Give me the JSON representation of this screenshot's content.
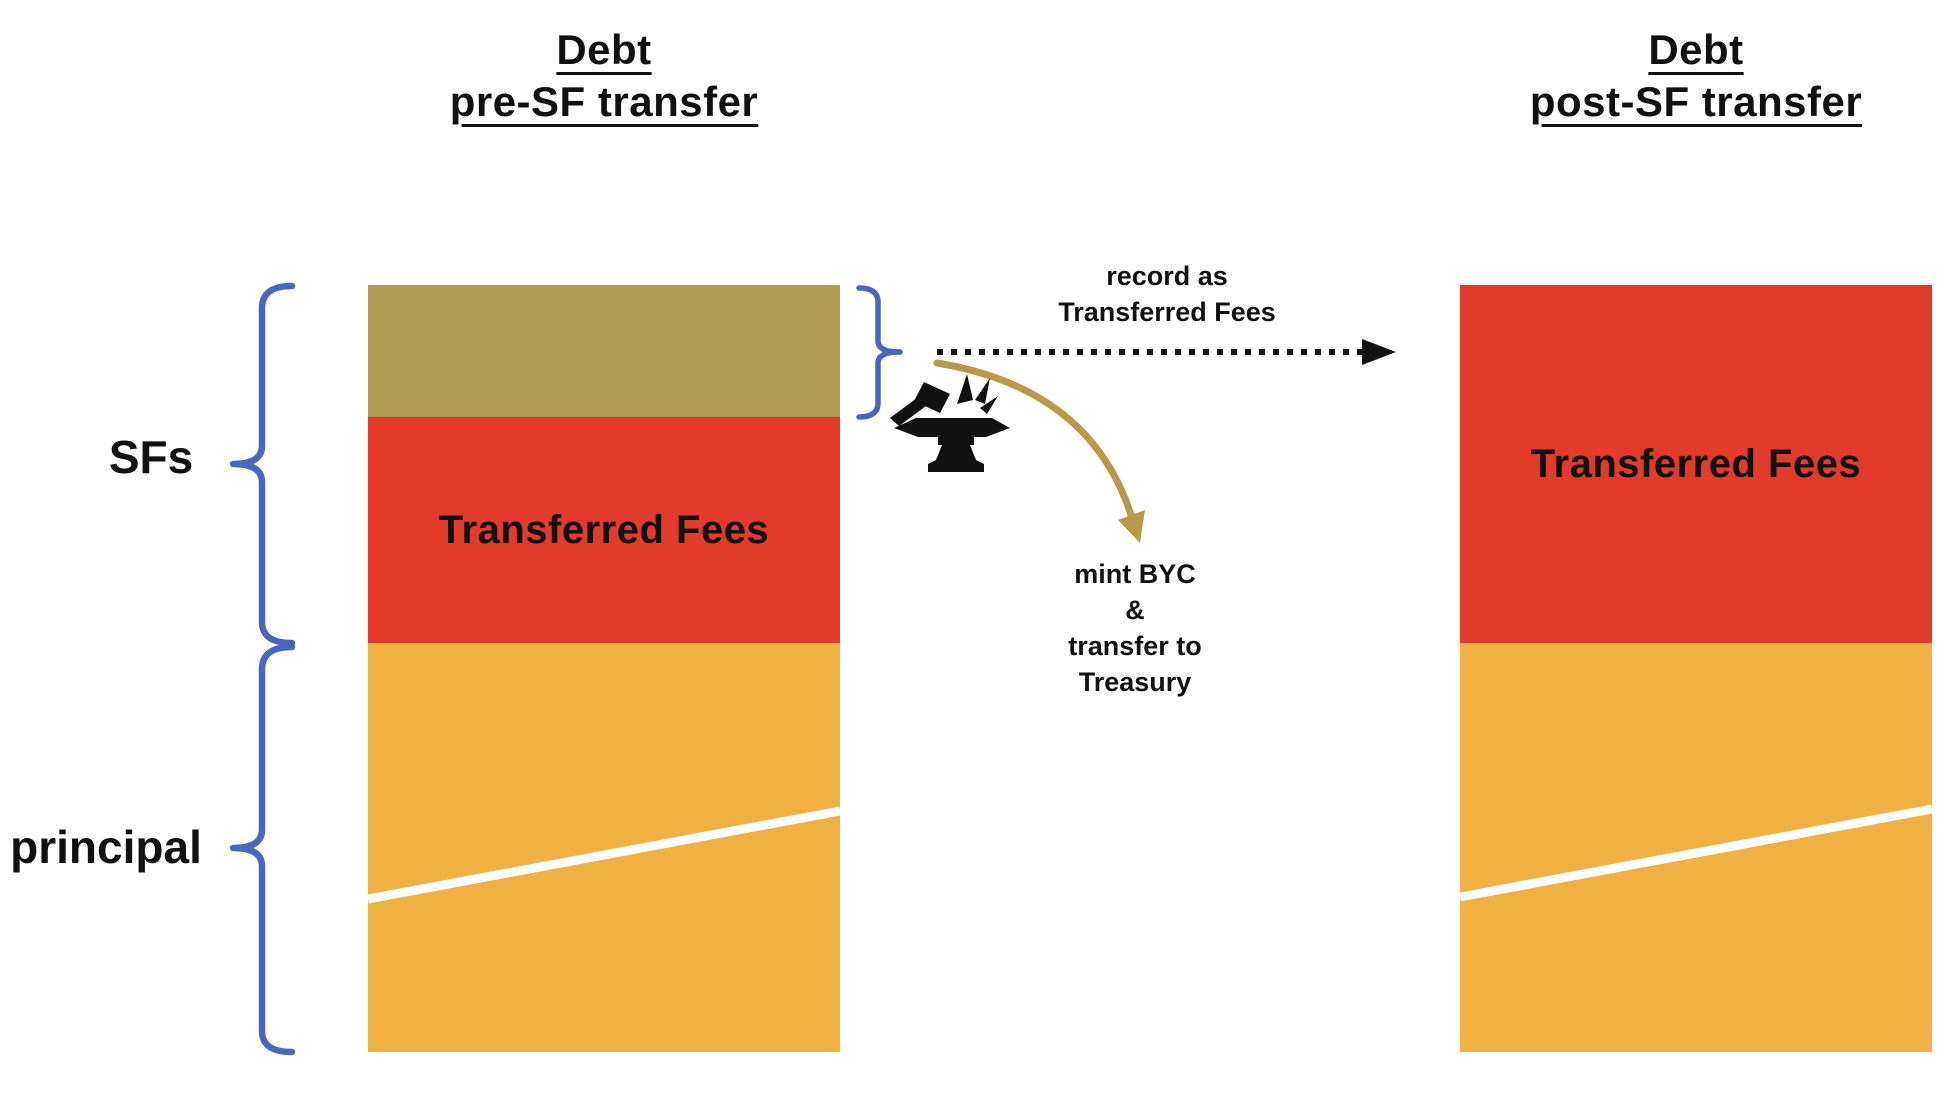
{
  "slide": {
    "left": {
      "title_line1": "Debt",
      "title_line2": "pre-SF transfer",
      "fee_label": "Transferred Fees"
    },
    "right": {
      "title_line1": "Debt",
      "title_line2": "post-SF transfer",
      "fee_label": "Transferred Fees"
    },
    "side_labels": {
      "sfs": "SFs",
      "principal": "principal"
    },
    "annotations": {
      "record_line1": "record as",
      "record_line2": "Transferred Fees",
      "mint_line1": "mint BYC",
      "mint_line2": "&",
      "mint_line3": "transfer to",
      "mint_line4": "Treasury"
    },
    "icons": {
      "anvil_hammer": "⚒"
    }
  },
  "colors": {
    "seg_tan": "#B39A55",
    "seg_red": "#E23A2B",
    "seg_orange": "#F0B042",
    "brace_blue": "#4966BD",
    "arrow_gold": "#B9984A",
    "ink_black": "#111111",
    "line_white": "#FFFFFF"
  }
}
